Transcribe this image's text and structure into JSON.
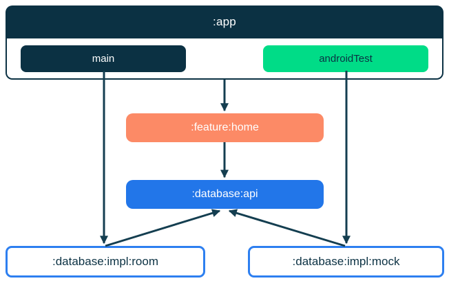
{
  "colors": {
    "navy": "#0b3143",
    "green": "#00dc87",
    "coral": "#fc8a66",
    "blue": "#2276e9",
    "border_blue": "#2d7ff0",
    "arrow": "#143e50",
    "white": "#ffffff"
  },
  "nodes": {
    "app": {
      "label": ":app"
    },
    "main": {
      "label": "main"
    },
    "android_test": {
      "label": "androidTest"
    },
    "feature_home": {
      "label": ":feature:home"
    },
    "database_api": {
      "label": ":database:api"
    },
    "impl_room": {
      "label": ":database:impl:room"
    },
    "impl_mock": {
      "label": ":database:impl:mock"
    }
  },
  "edges": [
    {
      "from": "main",
      "to": ":database:impl:room"
    },
    {
      "from": "androidTest",
      "to": ":database:impl:mock"
    },
    {
      "from": ":app",
      "to": ":feature:home"
    },
    {
      "from": ":feature:home",
      "to": ":database:api"
    },
    {
      "from": ":database:impl:room",
      "to": ":database:api"
    },
    {
      "from": ":database:impl:mock",
      "to": ":database:api"
    }
  ]
}
